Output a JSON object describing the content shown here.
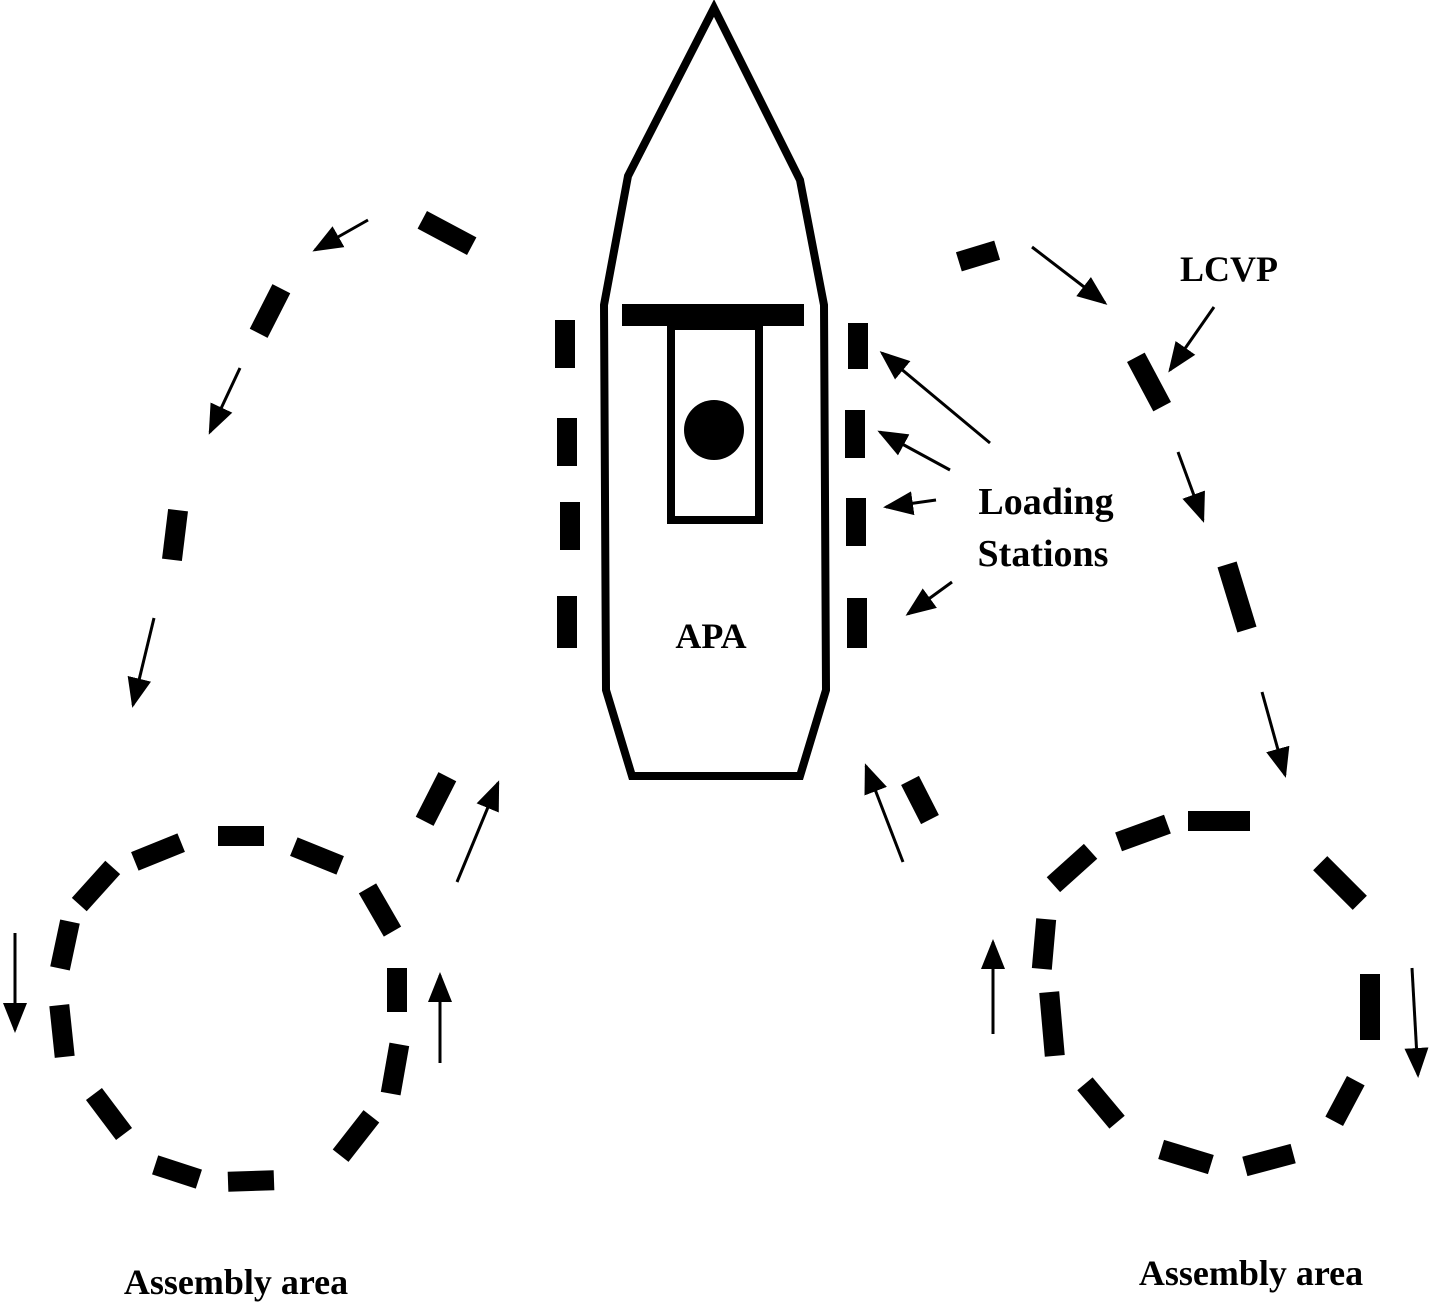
{
  "colors": {
    "ink": "#000000",
    "background": "#ffffff"
  },
  "labels": {
    "ship": "APA",
    "boat": "LCVP",
    "loading_stations_line1": "Loading",
    "loading_stations_line2": "Stations",
    "assembly_left": "Assembly area",
    "assembly_right": "Assembly area"
  }
}
